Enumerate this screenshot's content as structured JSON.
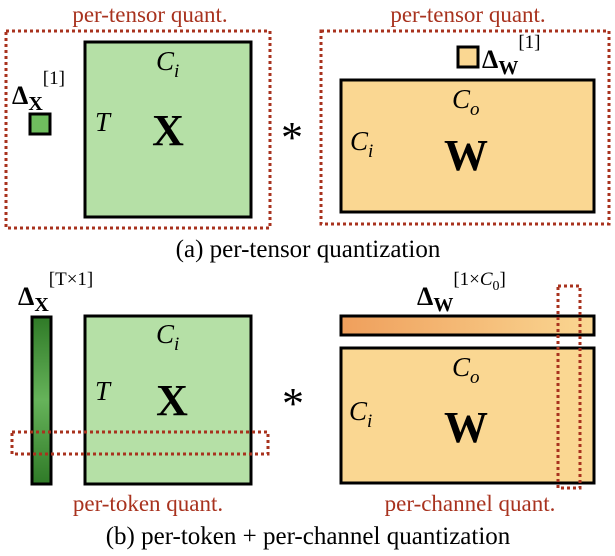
{
  "top": {
    "label_left": "per-tensor quant.",
    "label_right": "per-tensor quant.",
    "delta_x": {
      "base": "Δ",
      "sub": "X",
      "sup": "[1]"
    },
    "delta_w": {
      "base": "Δ",
      "sub": "W",
      "sup": "[1]"
    },
    "x_matrix": {
      "letter": "X",
      "rows": "T",
      "cols_base": "C",
      "cols_sub": "i"
    },
    "w_matrix": {
      "letter": "W",
      "rows_base": "C",
      "rows_sub": "i",
      "cols_base": "C",
      "cols_sub": "o"
    },
    "op": "*",
    "caption": "(a) per-tensor quantization"
  },
  "bottom": {
    "label_left": "per-token quant.",
    "label_right": "per-channel quant.",
    "delta_x": {
      "base": "Δ",
      "sub": "X",
      "sup": "[T×1]"
    },
    "delta_w": {
      "base": "Δ",
      "sub": "W",
      "sup_pre": "[1×",
      "sup_base": "C",
      "sup_sub": "0",
      "sup_post": "]"
    },
    "x_matrix": {
      "letter": "X",
      "rows": "T",
      "cols_base": "C",
      "cols_sub": "i"
    },
    "w_matrix": {
      "letter": "W",
      "rows_base": "C",
      "rows_sub": "i",
      "cols_base": "C",
      "cols_sub": "o"
    },
    "op": "*",
    "caption": "(b) per-token + per-channel quantization"
  },
  "colors": {
    "x_fill": "#b5e0a6",
    "w_fill": "#fad792",
    "dotted": "#a8321e",
    "gradient_green_dark": "#2f7a27",
    "gradient_green_light": "#66b35a",
    "gradient_orange_dark": "#ef9f5c",
    "gradient_orange_light": "#fad792"
  }
}
